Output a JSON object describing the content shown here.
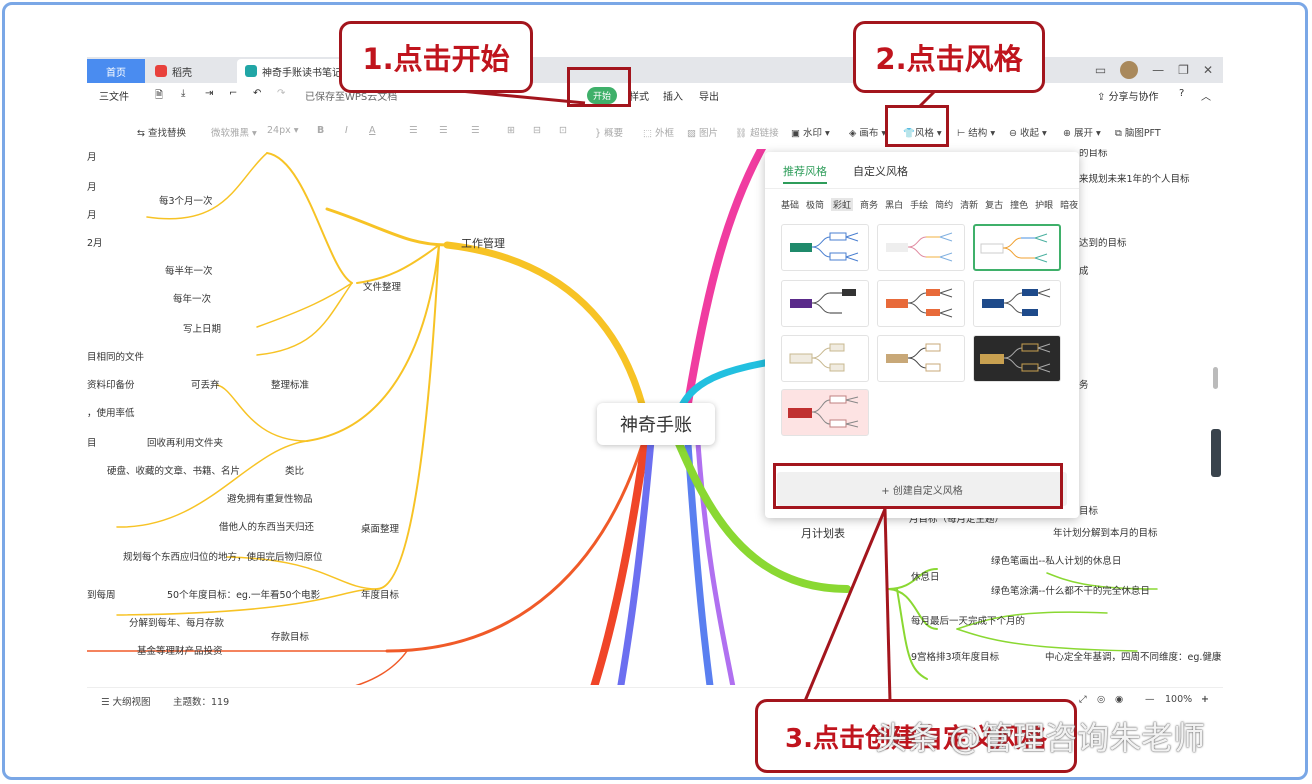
{
  "tabs": {
    "home": "首页",
    "tab1": "稻壳",
    "tab2": "神奇手账读书笔记"
  },
  "menubar": {
    "file": "三文件",
    "saved_status": "已保存至WPS云文档",
    "start": "开始",
    "style": "样式",
    "insert": "插入",
    "export": "导出",
    "share": "分享与协作"
  },
  "toolbar": {
    "find_replace": "查找替换",
    "font": "微软雅黑",
    "font_size": "24px",
    "bold": "B",
    "italic": "I",
    "font_color": "A",
    "summary": "概要",
    "border": "外框",
    "image": "图片",
    "hyperlink": "超链接",
    "watermark": "水印",
    "canvas": "画布",
    "style": "风格",
    "structure": "结构",
    "collapse": "收起",
    "expand": "展开",
    "export_pdf": "脑图PFT"
  },
  "mindmap": {
    "center": "神奇手账",
    "branches": {
      "work_management": "工作管理",
      "file_organize": "文件整理",
      "organize_standard": "整理标准",
      "desk_organize": "桌面整理",
      "annual_goal": "年度目标",
      "savings_goal": "存款目标",
      "monthly_plan": "月计划表"
    },
    "leaves": [
      "月",
      "月",
      "每3个月一次",
      "月",
      "2月",
      "每半年一次",
      "每年一次",
      "写上日期",
      "目相同的文件",
      "可丢弃",
      "资料印备份",
      "，使用率低",
      "回收再利用文件夹",
      "目",
      "硬盘、收藏的文章、书籍、名片",
      "类比",
      "避免拥有重复性物品",
      "借他人的东西当天归还",
      "规划每个东西应归位的地方，使用完后物归原位",
      "到每周",
      "50个年度目标：eg.一年看50个电影",
      "分解到每年、每月存款",
      "基金等理财产品投资",
      "月目标（每月定主题）",
      "年计划分解到本月的目标",
      "休息日",
      "绿色笔画出--私人计划的休息日",
      "绿色笔涂满--什么都不干的完全休息日",
      "每月最后一天完成下个月的",
      "9宫格排3项年度目标",
      "中心定全年基调，四周不同维度：eg.健康",
      "的目标",
      "来规划未来1年的个人目标",
      "达到的目标",
      "成",
      "务",
      "目标"
    ]
  },
  "style_panel": {
    "tab_recommended": "推荐风格",
    "tab_custom": "自定义风格",
    "categories": [
      "基础",
      "极简",
      "彩虹",
      "商务",
      "黑白",
      "手绘",
      "简约",
      "清新",
      "复古",
      "撞色",
      "护眼",
      "暗夜"
    ],
    "selected_category": "彩虹",
    "create_custom": "+ 创建自定义风格"
  },
  "statusbar": {
    "outline": "大纲视图",
    "topic_count": "主题数：119",
    "zoom": "100%"
  },
  "annotations": {
    "step1": "1.点击开始",
    "step2": "2.点击风格",
    "step3": "3.点击创建自定义风格",
    "watermark": "头条 @管理咨询朱老师"
  },
  "colors": {
    "accent_green": "#3fb06a",
    "callout_red": "#c0141d",
    "tab_blue": "#4a8cf0"
  }
}
